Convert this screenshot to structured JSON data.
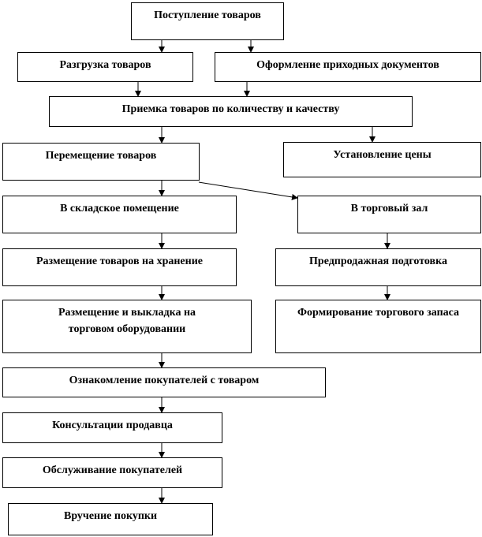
{
  "diagram": {
    "nodes": [
      "Поступление товаров",
      "Разгрузка товаров",
      "Оформление приходных документов",
      "Приемка товаров по количеству и качеству",
      "Перемещение товаров",
      "Установление цены",
      "В складское помещение",
      "В торговый зал",
      "Размещение товаров на хранение",
      "Предпродажная подготовка",
      "Размещение и выкладка на торговом оборудовании",
      "Формирование торгового запаса",
      "Ознакомление покупателей с товаром",
      "Консультации продавца",
      "Обслуживание покупателей",
      "Вручение покупки"
    ]
  }
}
